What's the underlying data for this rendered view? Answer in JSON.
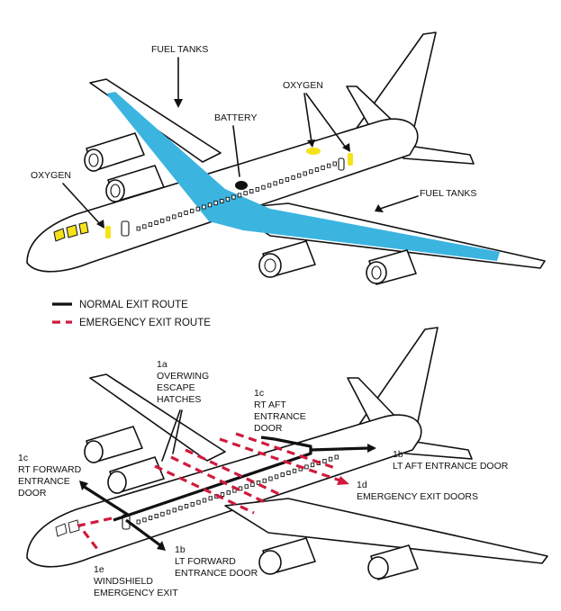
{
  "colors": {
    "fuel_tank": "#3bb4e0",
    "oxygen": "#f5e21a",
    "battery": "#111111",
    "normal_route": "#111111",
    "emergency_route": "#d01a3c"
  },
  "top_diagram": {
    "fuel_tanks_top": "FUEL TANKS",
    "fuel_tanks_right": "FUEL TANKS",
    "oxygen_left": "OXYGEN",
    "oxygen_right": "OXYGEN",
    "battery": "BATTERY"
  },
  "legend": {
    "normal": "NORMAL EXIT ROUTE",
    "emergency": "EMERGENCY EXIT ROUTE"
  },
  "bottom_diagram": {
    "l1a_num": "1a",
    "l1a_line1": "OVERWING",
    "l1a_line2": "ESCAPE",
    "l1a_line3": "HATCHES",
    "l1c_aft_num": "1c",
    "l1c_aft_line1": "RT AFT",
    "l1c_aft_line2": "ENTRANCE",
    "l1c_aft_line3": "DOOR",
    "l1b_aft_num": "1b",
    "l1b_aft_line1": "LT AFT ENTRANCE DOOR",
    "l1d_num": "1d",
    "l1d_line1": "EMERGENCY EXIT DOORS",
    "l1c_fwd_num": "1c",
    "l1c_fwd_line1": "RT FORWARD",
    "l1c_fwd_line2": "ENTRANCE",
    "l1c_fwd_line3": "DOOR",
    "l1b_fwd_num": "1b",
    "l1b_fwd_line1": "LT FORWARD",
    "l1b_fwd_line2": "ENTRANCE DOOR",
    "l1e_num": "1e",
    "l1e_line1": "WINDSHIELD",
    "l1e_line2": "EMERGENCY EXIT"
  }
}
